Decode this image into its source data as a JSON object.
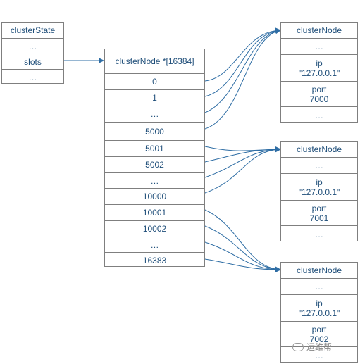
{
  "cluster_state": {
    "cells": [
      "clusterState",
      "…",
      "slots",
      "…"
    ]
  },
  "slots_array": {
    "cells": [
      "clusterNode *[16384]",
      "0",
      "1",
      "…",
      "5000",
      "5001",
      "5002",
      "…",
      "10000",
      "10001",
      "10002",
      "…",
      "16383"
    ]
  },
  "nodes": [
    {
      "cells": [
        [
          "clusterNode"
        ],
        [
          "…"
        ],
        [
          "ip",
          "\"127.0.0.1\""
        ],
        [
          "port",
          "7000"
        ],
        [
          "…"
        ]
      ]
    },
    {
      "cells": [
        [
          "clusterNode"
        ],
        [
          "…"
        ],
        [
          "ip",
          "\"127.0.0.1\""
        ],
        [
          "port",
          "7001"
        ],
        [
          "…"
        ]
      ]
    },
    {
      "cells": [
        [
          "clusterNode"
        ],
        [
          "…"
        ],
        [
          "ip",
          "\"127.0.0.1\""
        ],
        [
          "port",
          "7002"
        ],
        [
          "…"
        ]
      ]
    }
  ],
  "watermark": {
    "text": "运维帮"
  },
  "colors": {
    "arrow": "#2e6da4",
    "border": "#7f7f7f",
    "text": "#1f4e79"
  }
}
